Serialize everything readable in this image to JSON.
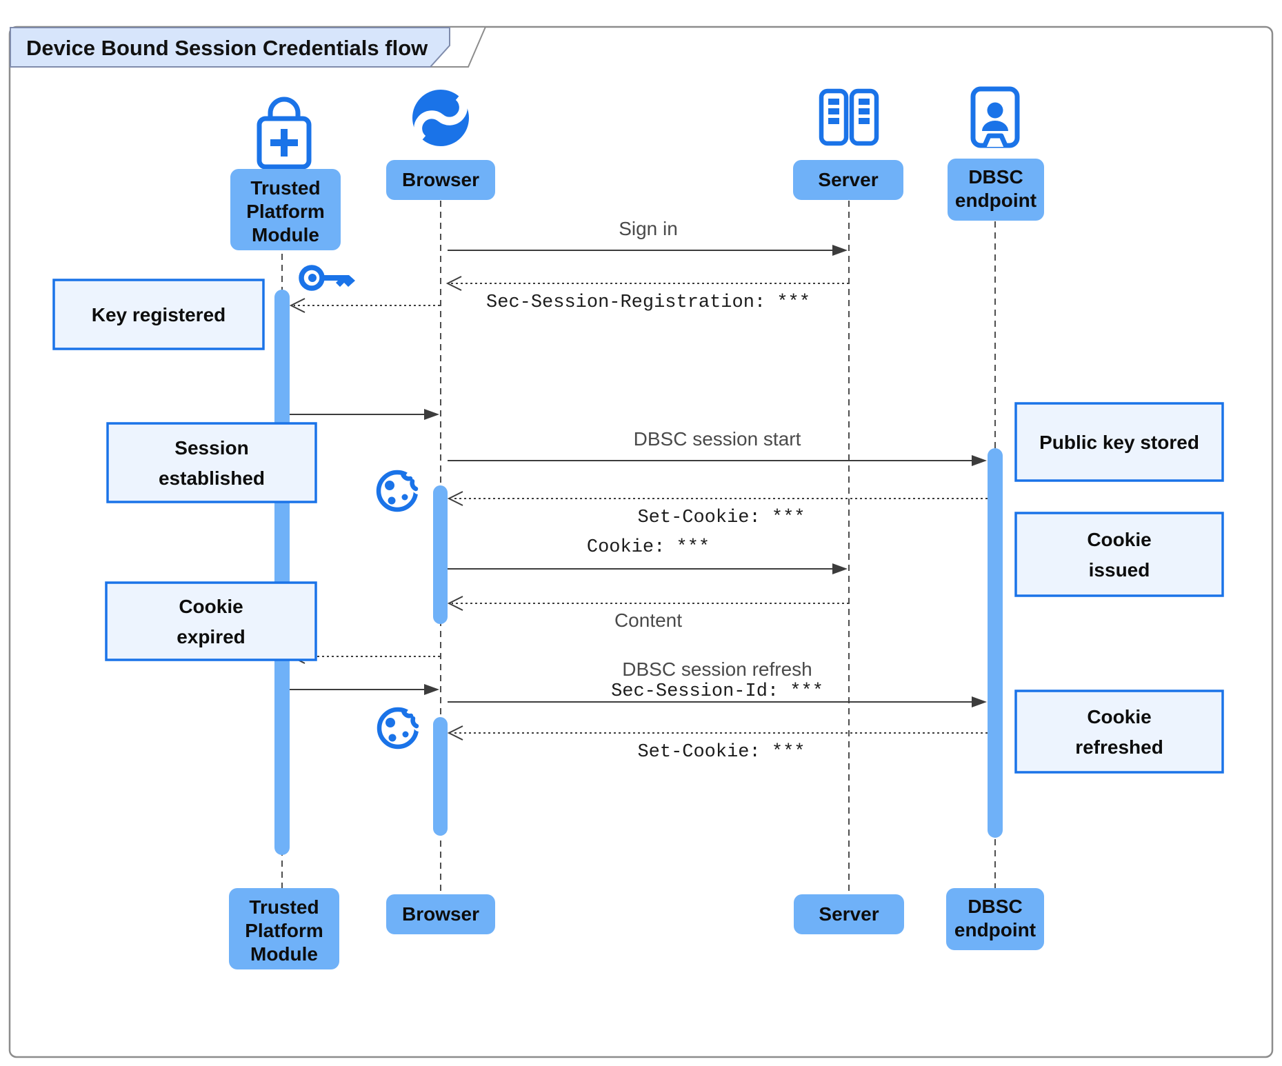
{
  "title": "Device Bound Session Credentials flow",
  "colors": {
    "accent_blue": "#1a73e8",
    "light_blue_fill": "#6fb1f8",
    "note_fill": "#edf4fe",
    "note_border": "#1a73e8",
    "title_tab_fill": "#d7e5fb",
    "frame_border": "#8c8c8c",
    "lifeline": "#4d4d4d",
    "arrow": "#3c3c3c",
    "message_text": "#4a4a4a",
    "mono_text": "#1c1c1c"
  },
  "actors": {
    "tpm": {
      "name": "Trusted Platform Module",
      "lines": [
        "Trusted",
        "Platform",
        "Module"
      ],
      "icon": "lock-plus-icon"
    },
    "browser": {
      "name": "Browser",
      "lines": [
        "Browser"
      ],
      "icon": "globe-icon"
    },
    "server": {
      "name": "Server",
      "lines": [
        "Server"
      ],
      "icon": "server-racks-icon"
    },
    "dbsc": {
      "name": "DBSC endpoint",
      "lines": [
        "DBSC",
        "endpoint"
      ],
      "icon": "person-door-icon"
    }
  },
  "icons": {
    "key": "key-icon",
    "cookie": "cookie-icon"
  },
  "messages": {
    "sign_in": "Sign in",
    "sec_session_registration": "Sec-Session-Registration: ***",
    "dbsc_session_start": "DBSC session start",
    "set_cookie_1": "Set-Cookie: ***",
    "cookie": "Cookie: ***",
    "content": "Content",
    "dbsc_session_refresh": "DBSC session refresh",
    "sec_session_id": "Sec-Session-Id: ***",
    "set_cookie_2": "Set-Cookie: ***"
  },
  "notes": {
    "key_registered": {
      "lines": [
        "Key registered"
      ]
    },
    "session_established": {
      "lines": [
        "Session",
        "established"
      ]
    },
    "cookie_expired": {
      "lines": [
        "Cookie",
        "expired"
      ]
    },
    "public_key_stored": {
      "lines": [
        "Public key stored"
      ]
    },
    "cookie_issued": {
      "lines": [
        "Cookie",
        "issued"
      ]
    },
    "cookie_refreshed": {
      "lines": [
        "Cookie",
        "refreshed"
      ]
    }
  }
}
